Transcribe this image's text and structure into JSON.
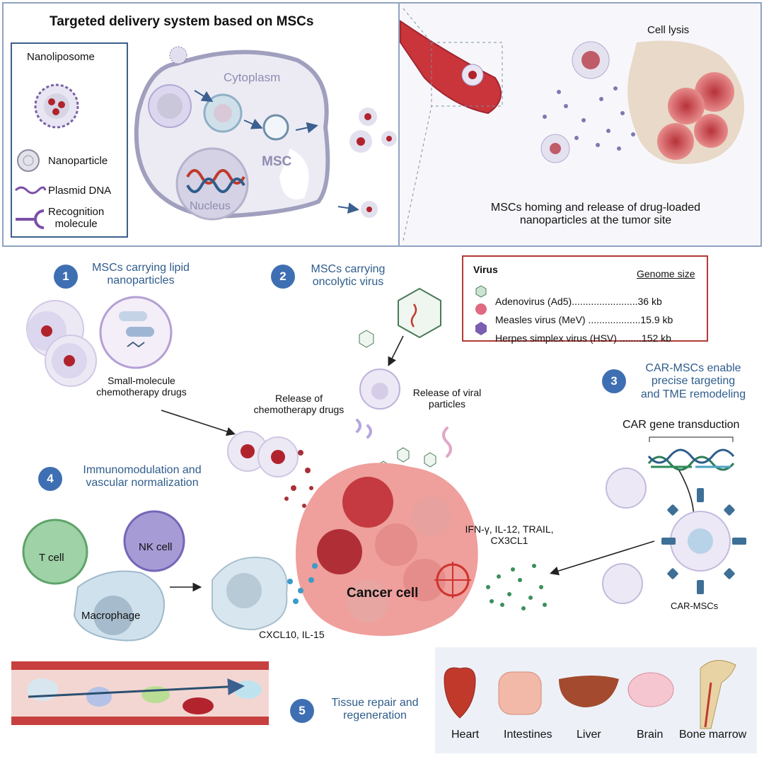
{
  "top_panel": {
    "title": "Targeted delivery system based on MSCs",
    "legend": {
      "title": "Nanoliposome",
      "nanoparticle": "Nanoparticle",
      "plasmid": "Plasmid DNA",
      "recognition": "Recognition\nmolecule"
    },
    "cytoplasm": "Cytoplasm",
    "msc": "MSC",
    "nucleus": "Nucleus",
    "cell_lysis": "Cell lysis",
    "homing": "MSCs homing and release of drug-loaded\nnanoparticles at the tumor site"
  },
  "sections": {
    "s1": {
      "num": "1",
      "label": "MSCs carrying lipid\nnanoparticles"
    },
    "s2": {
      "num": "2",
      "label": "MSCs carrying\noncolytic virus"
    },
    "s3": {
      "num": "3",
      "label": "CAR-MSCs enable\nprecise targeting\nand TME remodeling"
    },
    "s4": {
      "num": "4",
      "label": "Immunomodulation and\nvascular normalization"
    },
    "s5": {
      "num": "5",
      "label": "Tissue repair and\nregeneration"
    }
  },
  "virus_table": {
    "title": "Virus",
    "col": "Genome size",
    "rows": [
      {
        "name": "Adenovirus (Ad5)........................36 kb",
        "color": "#c9e4d0"
      },
      {
        "name": "Measles virus (MeV) ...................15.9 kb",
        "color": "#e06a80"
      },
      {
        "name": "Herpes simplex virus (HSV) ........152 kb",
        "color": "#7a5fb0"
      }
    ]
  },
  "labels": {
    "small_molecule": "Small-molecule\nchemotherapy drugs",
    "release_chemo": "Release of\nchemotherapy drugs",
    "release_viral": "Release of viral\nparticles",
    "car_gene": "CAR gene transduction",
    "car_mscs": "CAR-MSCs",
    "cytokines": "IFN-γ, IL-12, TRAIL,\nCX3CL1",
    "cancer_cell": "Cancer cell",
    "t_cell": "T cell",
    "nk_cell": "NK cell",
    "macrophage": "Macrophage",
    "cxcl": "CXCL10, IL-15"
  },
  "organs": [
    "Heart",
    "Intestines",
    "Liver",
    "Brain",
    "Bone marrow"
  ]
}
